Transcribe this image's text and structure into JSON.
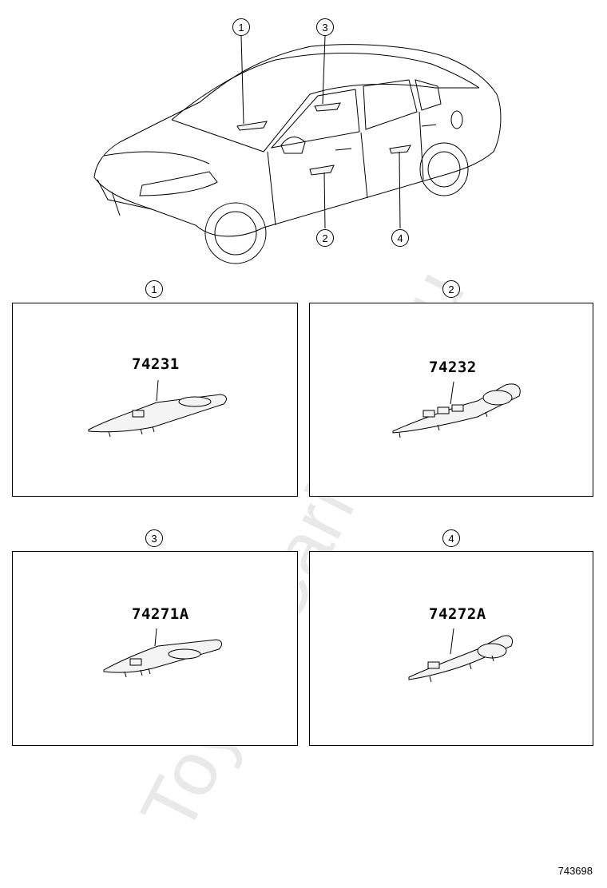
{
  "watermark": "ToyotaCarMine.ru",
  "overview": {
    "callouts": [
      "1",
      "3",
      "2",
      "4"
    ]
  },
  "panels": [
    {
      "callout": "1",
      "part_number": "74231"
    },
    {
      "callout": "2",
      "part_number": "74232"
    },
    {
      "callout": "3",
      "part_number": "74271A"
    },
    {
      "callout": "4",
      "part_number": "74272A"
    }
  ],
  "diagram_id": "743698"
}
